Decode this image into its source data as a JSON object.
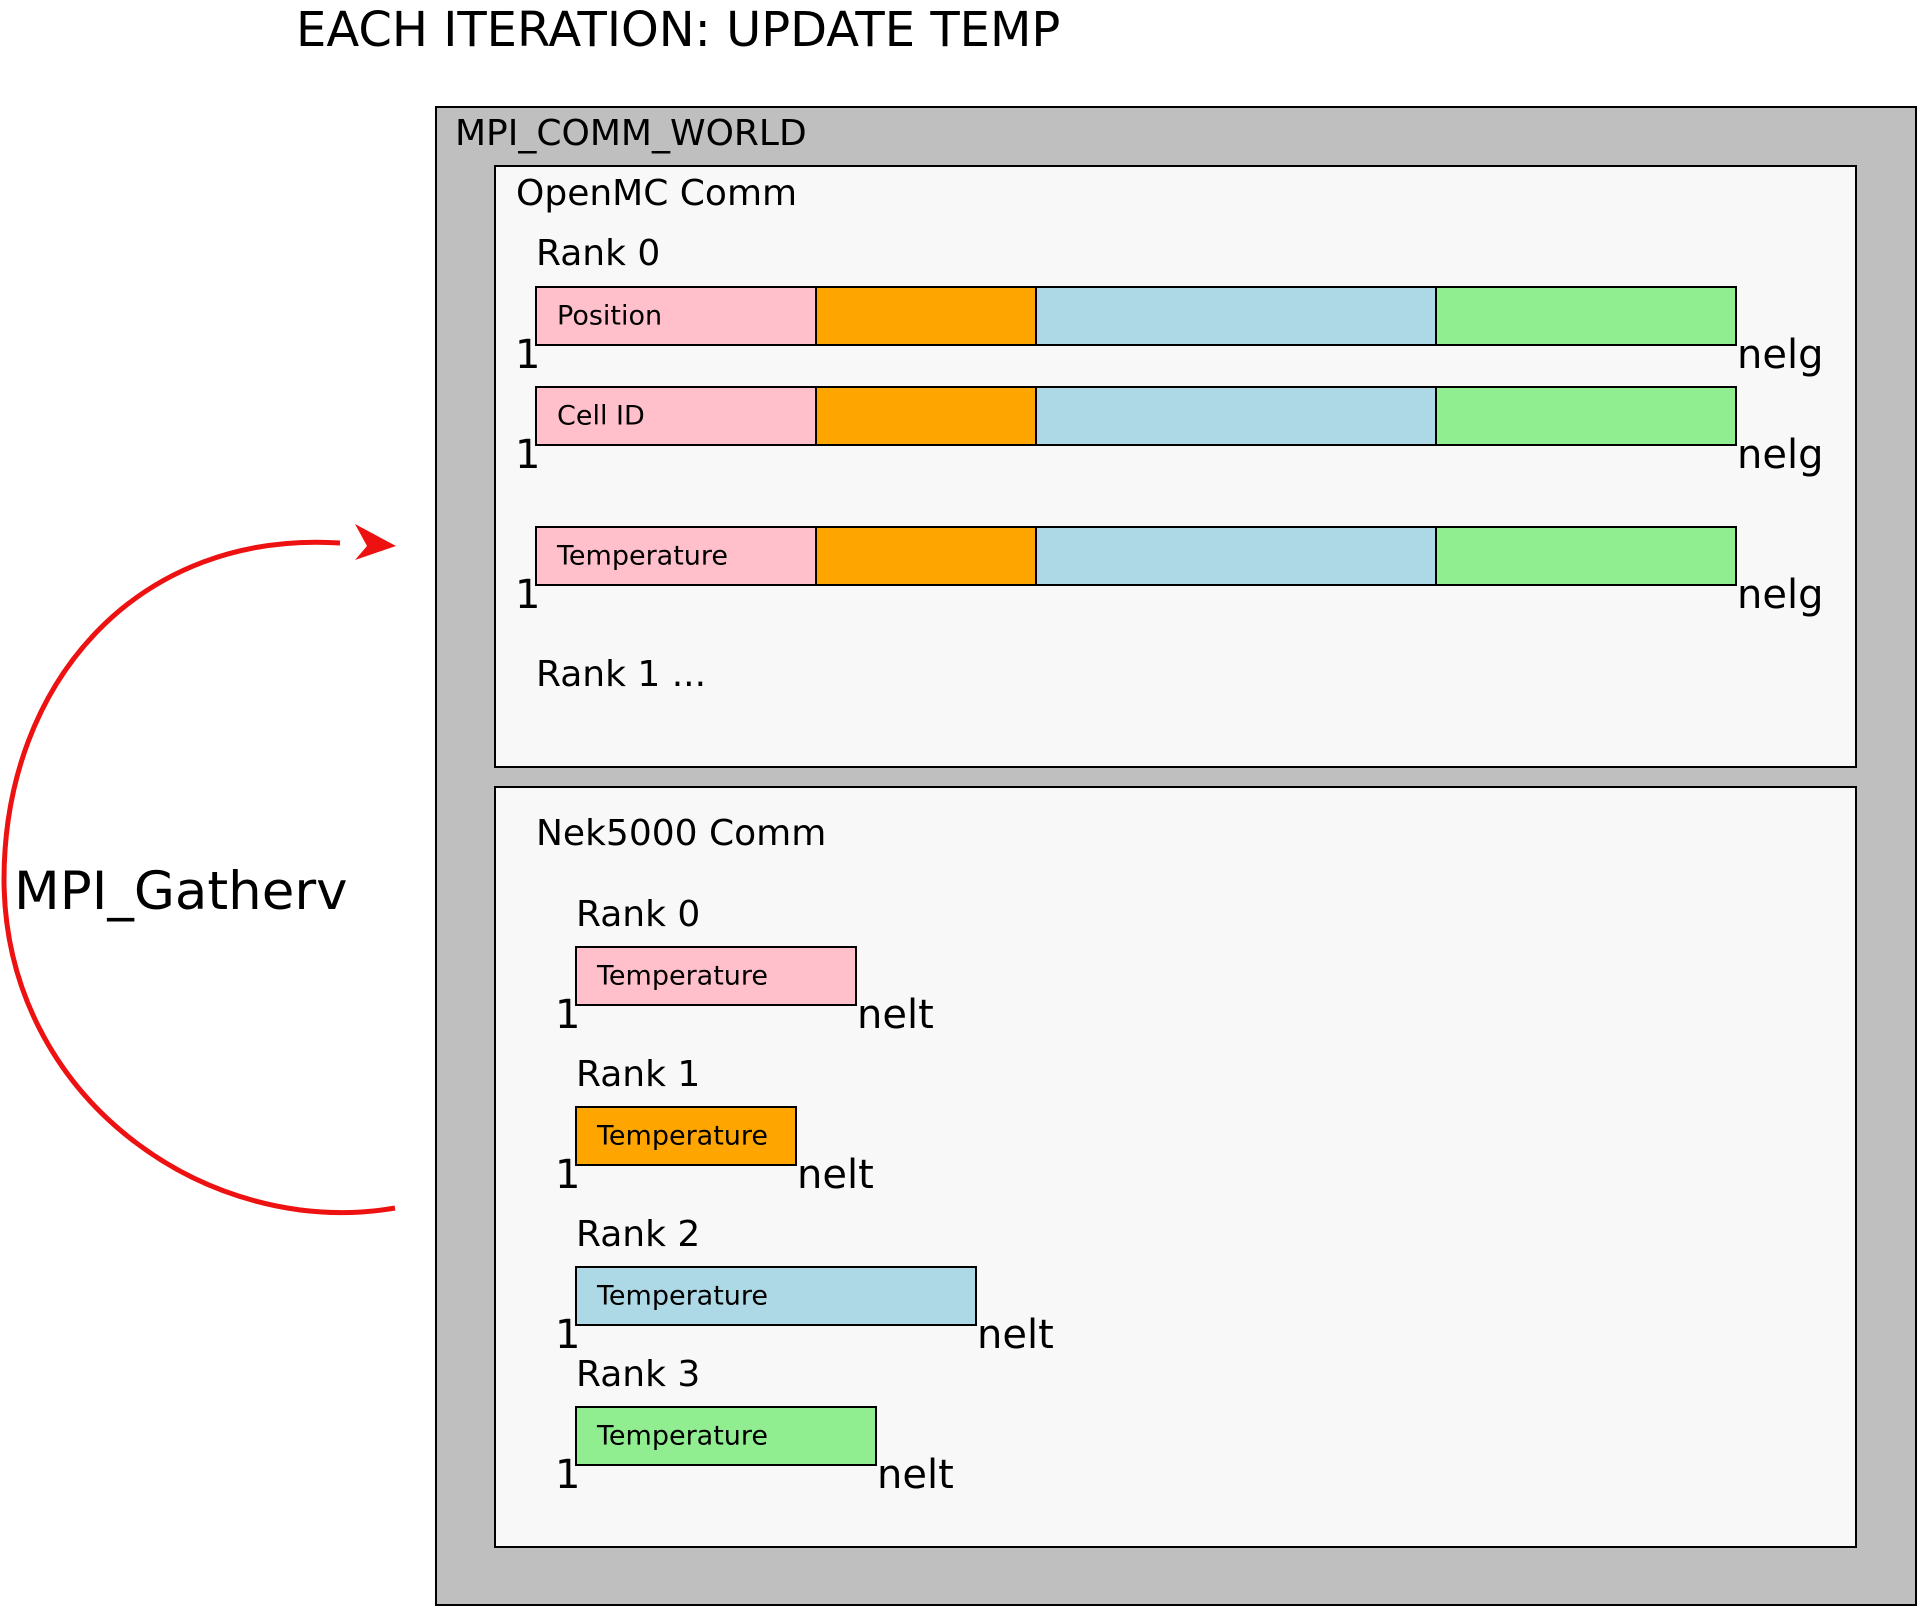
{
  "title": "EACH ITERATION: UPDATE TEMP",
  "colors": {
    "pink": "#ffc0cb",
    "orange": "#ffa500",
    "blue": "#add8e6",
    "green": "#90ee90",
    "world_bg": "#bfbfbf",
    "panel_bg": "#f8f8f8",
    "arrow": "#ee1111"
  },
  "world": {
    "label": "MPI_COMM_WORLD"
  },
  "openmc": {
    "label": "OpenMC Comm",
    "rank0_label": "Rank 0",
    "rank_more_label": "Rank 1 ...",
    "arrays": [
      {
        "label": "Position",
        "start": "1",
        "end": "nelg"
      },
      {
        "label": "Cell ID",
        "start": "1",
        "end": "nelg"
      },
      {
        "label": "Temperature",
        "start": "1",
        "end": "nelg"
      }
    ]
  },
  "nek": {
    "label": "Nek5000 Comm",
    "ranks": [
      {
        "label": "Rank 0",
        "array_label": "Temperature",
        "start": "1",
        "end": "nelt",
        "color": "pink"
      },
      {
        "label": "Rank 1",
        "array_label": "Temperature",
        "start": "1",
        "end": "nelt",
        "color": "orange"
      },
      {
        "label": "Rank 2",
        "array_label": "Temperature",
        "start": "1",
        "end": "nelt",
        "color": "blue"
      },
      {
        "label": "Rank 3",
        "array_label": "Temperature",
        "start": "1",
        "end": "nelt",
        "color": "green"
      }
    ]
  },
  "arrow": {
    "label": "MPI_Gatherv"
  }
}
